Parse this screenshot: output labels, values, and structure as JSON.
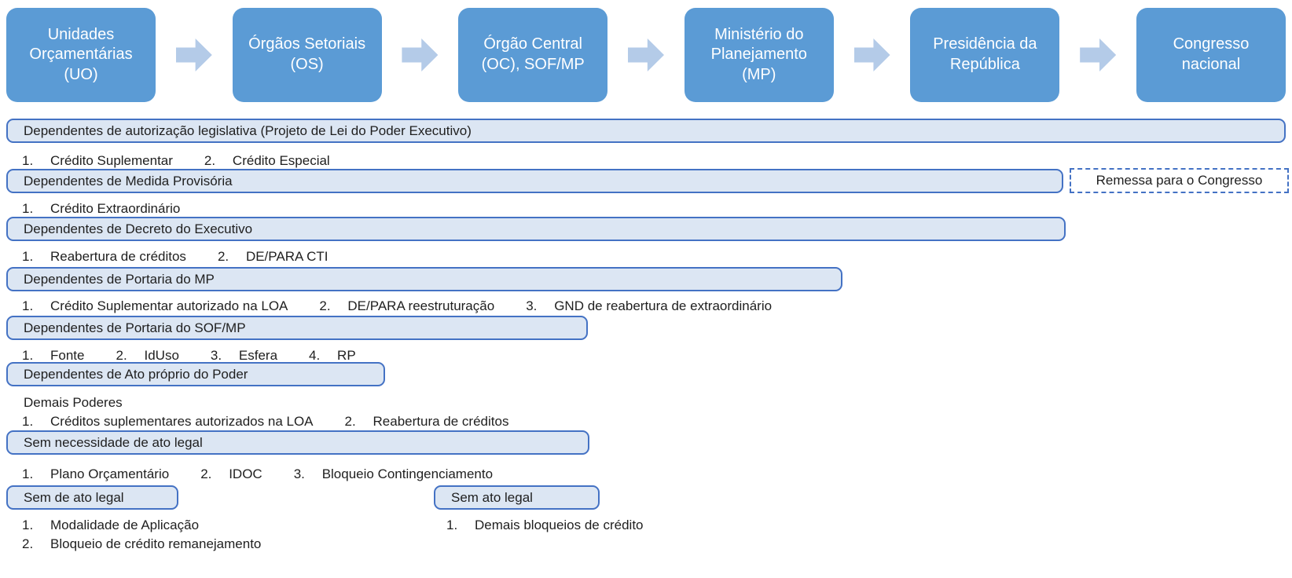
{
  "flow": {
    "boxes": [
      "Unidades Orçamentárias (UO)",
      "Órgãos Setoriais (OS)",
      "Órgão Central (OC), SOF/MP",
      "Ministério do Planejamento (MP)",
      "Presidência da República",
      "Congresso nacional"
    ]
  },
  "bars": {
    "autorizacao": "Dependentes de autorização legislativa (Projeto de Lei do Poder Executivo)",
    "medida_provisoria": "Dependentes de Medida Provisória",
    "decreto": "Dependentes de Decreto do Executivo",
    "portaria_mp": "Dependentes de Portaria do MP",
    "portaria_sof": "Dependentes de Portaria do SOF/MP",
    "ato_proprio": "Dependentes de Ato próprio do Poder",
    "sem_necessidade": "Sem necessidade de ato legal",
    "sem_de_ato_legal": "Sem de ato legal",
    "sem_ato_legal": "Sem ato legal"
  },
  "dashed_box": {
    "label": "Remessa para o Congresso"
  },
  "labels": {
    "demais_poderes": "Demais Poderes"
  },
  "lists": {
    "autorizacao": [
      {
        "n": "1.",
        "t": "Crédito Suplementar"
      },
      {
        "n": "2.",
        "t": "Crédito Especial"
      }
    ],
    "medida_provisoria": [
      {
        "n": "1.",
        "t": "Crédito Extraordinário"
      }
    ],
    "decreto": [
      {
        "n": "1.",
        "t": "Reabertura de créditos"
      },
      {
        "n": "2.",
        "t": "DE/PARA CTI"
      }
    ],
    "portaria_mp": [
      {
        "n": "1.",
        "t": "Crédito Suplementar autorizado na LOA"
      },
      {
        "n": "2.",
        "t": "DE/PARA reestruturação"
      },
      {
        "n": "3.",
        "t": "GND de reabertura de extraordinário"
      }
    ],
    "portaria_sof": [
      {
        "n": "1.",
        "t": "Fonte"
      },
      {
        "n": "2.",
        "t": "IdUso"
      },
      {
        "n": "3.",
        "t": "Esfera"
      },
      {
        "n": "4.",
        "t": "RP"
      }
    ],
    "ato_proprio": [
      {
        "n": "1.",
        "t": "Créditos suplementares autorizados na LOA"
      },
      {
        "n": "2.",
        "t": "Reabertura de créditos"
      }
    ],
    "sem_necessidade": [
      {
        "n": "1.",
        "t": "Plano Orçamentário"
      },
      {
        "n": "2.",
        "t": "IDOC"
      },
      {
        "n": "3.",
        "t": "Bloqueio Contingenciamento"
      }
    ],
    "sem_de_ato_legal": [
      {
        "n": "1.",
        "t": "Modalidade de Aplicação"
      },
      {
        "n": "2.",
        "t": "Bloqueio de crédito remanejamento"
      }
    ],
    "sem_ato_legal": [
      {
        "n": "1.",
        "t": "Demais bloqueios de crédito"
      }
    ]
  },
  "colors": {
    "box_fill": "#5b9bd5",
    "box_text": "#ffffff",
    "arrow_fill": "#b4cbe8",
    "bar_fill": "#dce6f3",
    "bar_border": "#4472c4",
    "text": "#1f1f1f"
  }
}
